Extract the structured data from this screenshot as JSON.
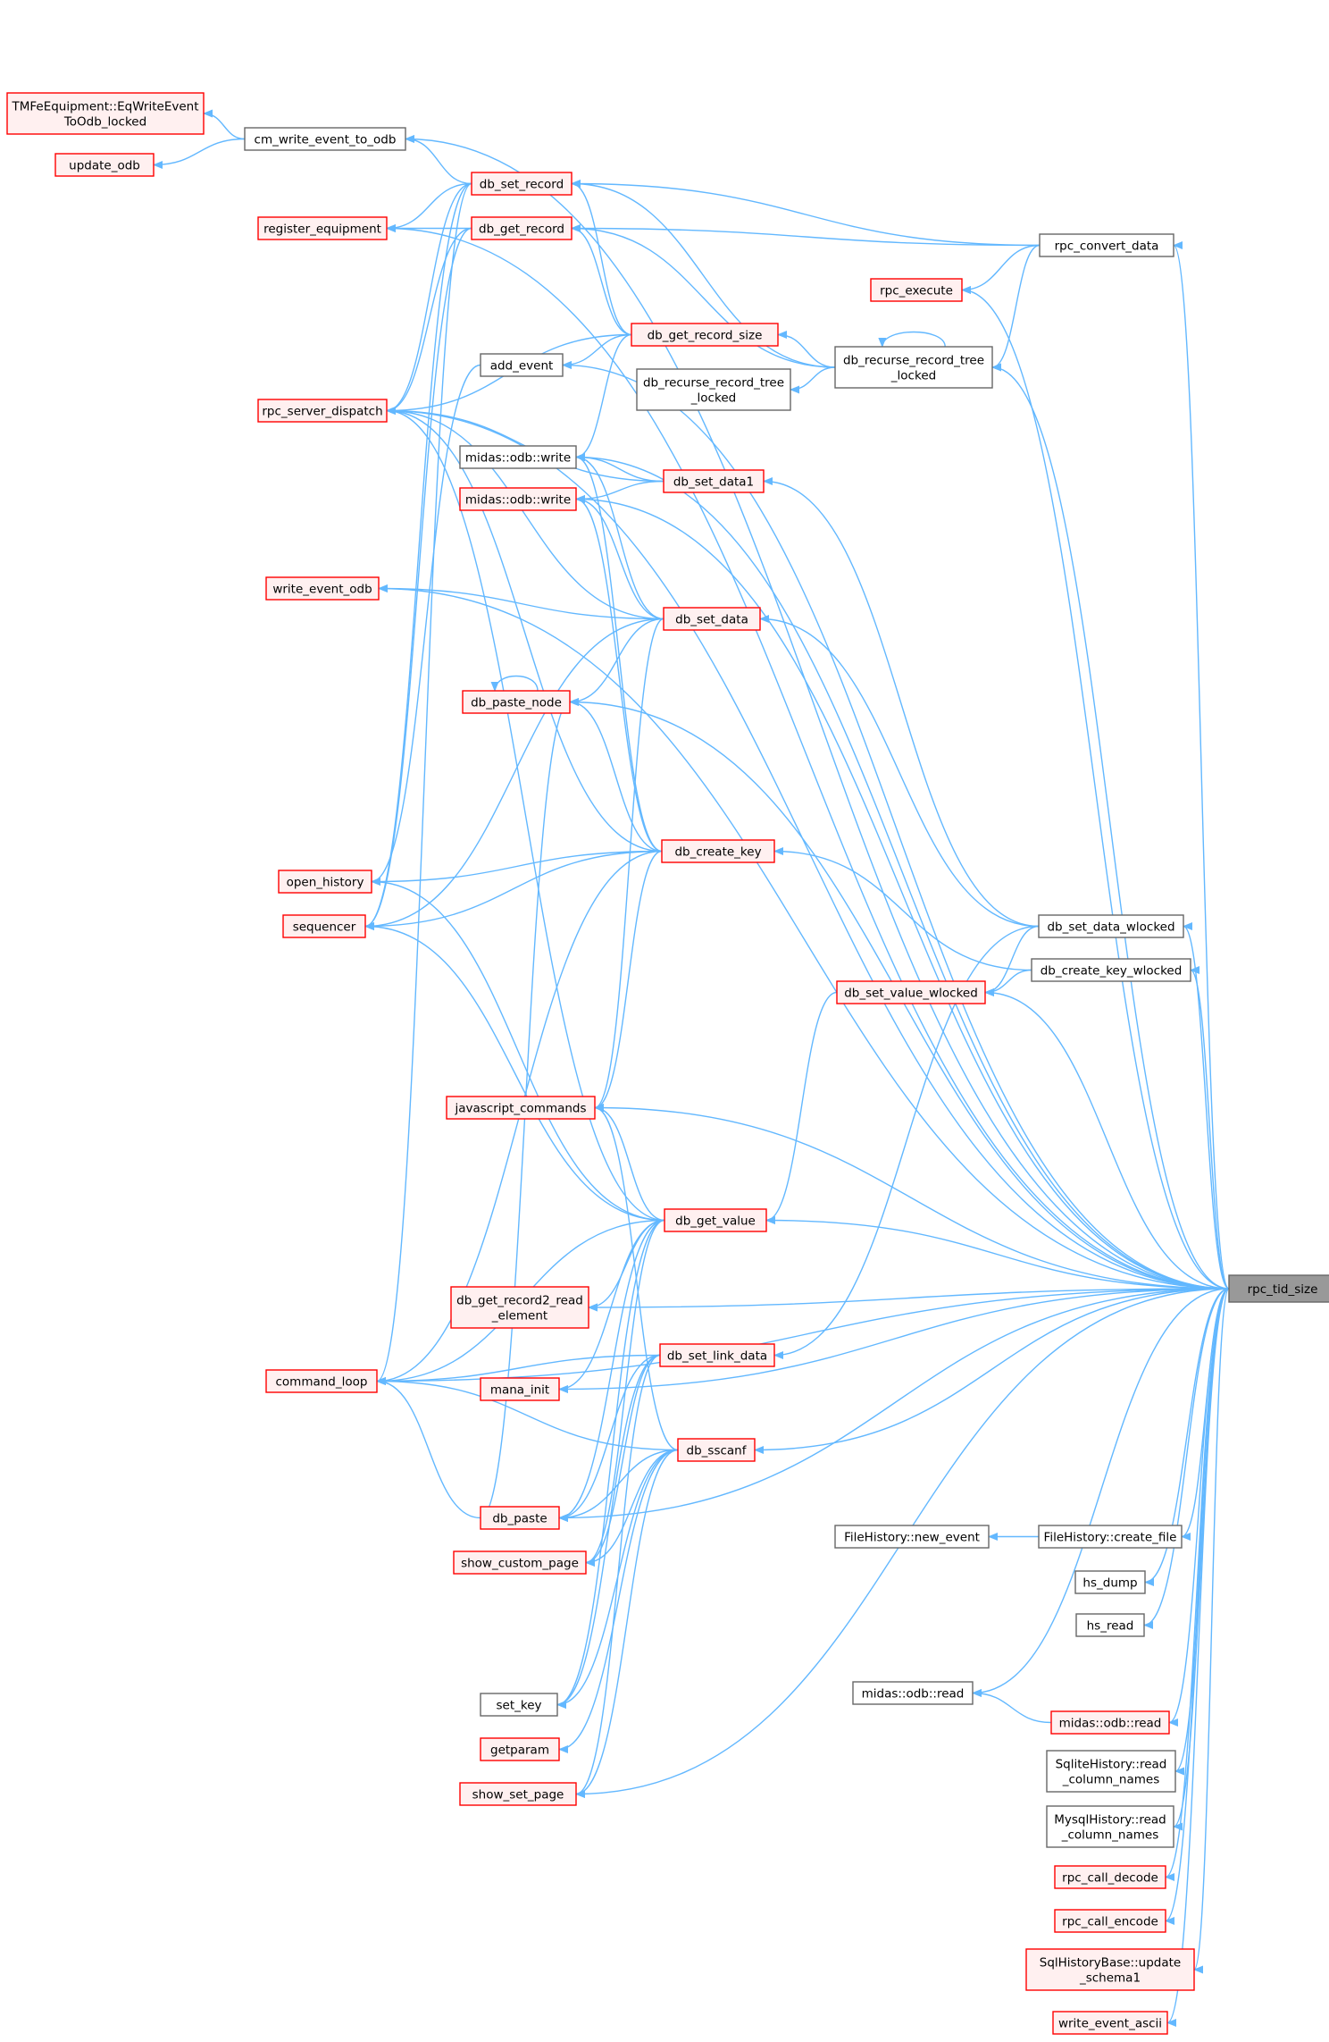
{
  "colors": {
    "edge": "#63b8ff",
    "red_border": "#ff0000",
    "red_fill": "#fff0f0",
    "gray_border": "#666666",
    "white_fill": "#ffffff",
    "root_fill": "#999999",
    "root_border": "#666666"
  },
  "nodes": [
    {
      "id": "root",
      "lines": [
        "rpc_tid_size"
      ],
      "style": "root"
    },
    {
      "id": "tmfe",
      "lines": [
        "TMFeEquipment::EqWriteEvent",
        "ToOdb_locked"
      ],
      "style": "red"
    },
    {
      "id": "update_odb",
      "lines": [
        "update_odb"
      ],
      "style": "red"
    },
    {
      "id": "cm_write",
      "lines": [
        "cm_write_event_to_odb"
      ],
      "style": "gray"
    },
    {
      "id": "db_set_record",
      "lines": [
        "db_set_record"
      ],
      "style": "red"
    },
    {
      "id": "register_eq",
      "lines": [
        "register_equipment"
      ],
      "style": "red"
    },
    {
      "id": "db_get_record",
      "lines": [
        "db_get_record"
      ],
      "style": "red"
    },
    {
      "id": "rpc_convert",
      "lines": [
        "rpc_convert_data"
      ],
      "style": "gray"
    },
    {
      "id": "rpc_execute",
      "lines": [
        "rpc_execute"
      ],
      "style": "red"
    },
    {
      "id": "db_get_record_size",
      "lines": [
        "db_get_record_size"
      ],
      "style": "red"
    },
    {
      "id": "add_event",
      "lines": [
        "add_event"
      ],
      "style": "gray"
    },
    {
      "id": "db_rec_tree",
      "lines": [
        "db_recurse_record_tree",
        "_locked"
      ],
      "style": "gray"
    },
    {
      "id": "db_rec_tree2",
      "lines": [
        "db_recurse_record_tree",
        "_locked"
      ],
      "style": "gray"
    },
    {
      "id": "rpc_server",
      "lines": [
        "rpc_server_dispatch"
      ],
      "style": "red"
    },
    {
      "id": "odb_write1",
      "lines": [
        "midas::odb::write"
      ],
      "style": "gray"
    },
    {
      "id": "db_set_data1",
      "lines": [
        "db_set_data1"
      ],
      "style": "red"
    },
    {
      "id": "odb_write2",
      "lines": [
        "midas::odb::write"
      ],
      "style": "red"
    },
    {
      "id": "write_event_odb",
      "lines": [
        "write_event_odb"
      ],
      "style": "red"
    },
    {
      "id": "db_set_data",
      "lines": [
        "db_set_data"
      ],
      "style": "red"
    },
    {
      "id": "db_paste_node",
      "lines": [
        "db_paste_node"
      ],
      "style": "red"
    },
    {
      "id": "db_create_key",
      "lines": [
        "db_create_key"
      ],
      "style": "red"
    },
    {
      "id": "open_history",
      "lines": [
        "open_history"
      ],
      "style": "red"
    },
    {
      "id": "sequencer",
      "lines": [
        "sequencer"
      ],
      "style": "red"
    },
    {
      "id": "db_set_data_wl",
      "lines": [
        "db_set_data_wlocked"
      ],
      "style": "gray"
    },
    {
      "id": "db_create_key_wl",
      "lines": [
        "db_create_key_wlocked"
      ],
      "style": "gray"
    },
    {
      "id": "db_set_value_wl",
      "lines": [
        "db_set_value_wlocked"
      ],
      "style": "red"
    },
    {
      "id": "js_commands",
      "lines": [
        "javascript_commands"
      ],
      "style": "red"
    },
    {
      "id": "db_get_value",
      "lines": [
        "db_get_value"
      ],
      "style": "red"
    },
    {
      "id": "db_get_rec2",
      "lines": [
        "db_get_record2_read",
        "_element"
      ],
      "style": "red"
    },
    {
      "id": "command_loop",
      "lines": [
        "command_loop"
      ],
      "style": "red"
    },
    {
      "id": "mana_init",
      "lines": [
        "mana_init"
      ],
      "style": "red"
    },
    {
      "id": "db_set_link",
      "lines": [
        "db_set_link_data"
      ],
      "style": "red"
    },
    {
      "id": "db_sscanf",
      "lines": [
        "db_sscanf"
      ],
      "style": "red"
    },
    {
      "id": "db_paste",
      "lines": [
        "db_paste"
      ],
      "style": "red"
    },
    {
      "id": "show_custom",
      "lines": [
        "show_custom_page"
      ],
      "style": "red"
    },
    {
      "id": "fh_new_event",
      "lines": [
        "FileHistory::new_event"
      ],
      "style": "gray"
    },
    {
      "id": "fh_create",
      "lines": [
        "FileHistory::create_file"
      ],
      "style": "gray"
    },
    {
      "id": "hs_dump",
      "lines": [
        "hs_dump"
      ],
      "style": "gray"
    },
    {
      "id": "hs_read",
      "lines": [
        "hs_read"
      ],
      "style": "gray"
    },
    {
      "id": "set_key",
      "lines": [
        "set_key"
      ],
      "style": "gray"
    },
    {
      "id": "getparam",
      "lines": [
        "getparam"
      ],
      "style": "red"
    },
    {
      "id": "odb_read1",
      "lines": [
        "midas::odb::read"
      ],
      "style": "gray"
    },
    {
      "id": "odb_read2",
      "lines": [
        "midas::odb::read"
      ],
      "style": "red"
    },
    {
      "id": "show_set_page",
      "lines": [
        "show_set_page"
      ],
      "style": "red"
    },
    {
      "id": "sqlite_read",
      "lines": [
        "SqliteHistory::read",
        "_column_names"
      ],
      "style": "gray"
    },
    {
      "id": "mysql_read",
      "lines": [
        "MysqlHistory::read",
        "_column_names"
      ],
      "style": "gray"
    },
    {
      "id": "rpc_decode",
      "lines": [
        "rpc_call_decode"
      ],
      "style": "red"
    },
    {
      "id": "rpc_encode",
      "lines": [
        "rpc_call_encode"
      ],
      "style": "red"
    },
    {
      "id": "sql_update",
      "lines": [
        "SqlHistoryBase::update",
        "_schema1"
      ],
      "style": "red"
    },
    {
      "id": "write_ascii",
      "lines": [
        "write_event_ascii"
      ],
      "style": "red"
    }
  ],
  "edges": [
    [
      "tmfe",
      "cm_write"
    ],
    [
      "update_odb",
      "cm_write"
    ],
    [
      "cm_write",
      "db_set_record"
    ],
    [
      "cm_write",
      "root"
    ],
    [
      "register_eq",
      "db_set_record"
    ],
    [
      "register_eq",
      "db_get_record"
    ],
    [
      "register_eq",
      "root"
    ],
    [
      "rpc_server",
      "db_set_record"
    ],
    [
      "rpc_server",
      "db_get_record"
    ],
    [
      "rpc_server",
      "db_get_record_size"
    ],
    [
      "rpc_server",
      "db_set_data1"
    ],
    [
      "rpc_server",
      "db_set_data"
    ],
    [
      "rpc_server",
      "db_create_key"
    ],
    [
      "rpc_server",
      "db_get_value"
    ],
    [
      "rpc_server",
      "root"
    ],
    [
      "write_event_odb",
      "db_set_data"
    ],
    [
      "write_event_odb",
      "root"
    ],
    [
      "open_history",
      "db_create_key"
    ],
    [
      "open_history",
      "db_get_value"
    ],
    [
      "open_history",
      "add_event"
    ],
    [
      "sequencer",
      "db_create_key"
    ],
    [
      "sequencer",
      "db_set_data"
    ],
    [
      "sequencer",
      "db_get_record"
    ],
    [
      "sequencer",
      "db_set_record"
    ],
    [
      "sequencer",
      "db_get_value"
    ],
    [
      "command_loop",
      "db_create_key"
    ],
    [
      "command_loop",
      "db_set_record"
    ],
    [
      "command_loop",
      "db_get_value"
    ],
    [
      "command_loop",
      "db_set_link"
    ],
    [
      "command_loop",
      "db_sscanf"
    ],
    [
      "command_loop",
      "db_paste"
    ],
    [
      "command_loop",
      "root"
    ],
    [
      "db_set_record",
      "db_get_record_size"
    ],
    [
      "db_set_record",
      "rpc_convert"
    ],
    [
      "db_set_record",
      "db_rec_tree"
    ],
    [
      "db_get_record",
      "db_get_record_size"
    ],
    [
      "db_get_record",
      "rpc_convert"
    ],
    [
      "db_get_record",
      "db_rec_tree"
    ],
    [
      "rpc_execute",
      "rpc_convert"
    ],
    [
      "db_get_record_size",
      "db_rec_tree"
    ],
    [
      "add_event",
      "db_get_record_size"
    ],
    [
      "add_event",
      "root"
    ],
    [
      "db_rec_tree",
      "rpc_convert"
    ],
    [
      "db_rec_tree",
      "root"
    ],
    [
      "db_rec_tree",
      "db_rec_tree"
    ],
    [
      "db_rec_tree2",
      "db_rec_tree"
    ],
    [
      "rpc_convert",
      "root"
    ],
    [
      "rpc_execute",
      "root"
    ],
    [
      "odb_write1",
      "db_set_data1"
    ],
    [
      "odb_write1",
      "db_set_data"
    ],
    [
      "odb_write1",
      "db_create_key"
    ],
    [
      "odb_write1",
      "db_get_record_size"
    ],
    [
      "odb_write1",
      "root"
    ],
    [
      "odb_write2",
      "db_set_data1"
    ],
    [
      "odb_write2",
      "db_set_data"
    ],
    [
      "odb_write2",
      "db_create_key"
    ],
    [
      "odb_write2",
      "root"
    ],
    [
      "db_set_data1",
      "db_set_data_wl"
    ],
    [
      "db_set_data",
      "db_set_data_wl"
    ],
    [
      "db_paste_node",
      "db_set_data"
    ],
    [
      "db_paste_node",
      "db_create_key"
    ],
    [
      "db_paste_node",
      "root"
    ],
    [
      "db_paste_node",
      "db_paste_node"
    ],
    [
      "db_create_key",
      "db_create_key_wl"
    ],
    [
      "db_set_data_wl",
      "root"
    ],
    [
      "db_create_key_wl",
      "root"
    ],
    [
      "db_set_value_wl",
      "db_set_data_wl"
    ],
    [
      "db_set_value_wl",
      "db_create_key_wl"
    ],
    [
      "db_set_value_wl",
      "root"
    ],
    [
      "js_commands",
      "db_create_key"
    ],
    [
      "js_commands",
      "db_set_data"
    ],
    [
      "js_commands",
      "db_get_value"
    ],
    [
      "js_commands",
      "db_sscanf"
    ],
    [
      "js_commands",
      "root"
    ],
    [
      "db_get_value",
      "db_set_value_wl"
    ],
    [
      "db_get_value",
      "root"
    ],
    [
      "db_get_rec2",
      "db_get_value"
    ],
    [
      "db_get_rec2",
      "root"
    ],
    [
      "mana_init",
      "db_get_value"
    ],
    [
      "mana_init",
      "root"
    ],
    [
      "db_set_link",
      "db_set_data_wl"
    ],
    [
      "db_sscanf",
      "root"
    ],
    [
      "db_paste",
      "db_paste_node"
    ],
    [
      "db_paste",
      "db_set_link"
    ],
    [
      "db_paste",
      "db_sscanf"
    ],
    [
      "db_paste",
      "db_get_value"
    ],
    [
      "db_paste",
      "root"
    ],
    [
      "show_custom",
      "db_set_link"
    ],
    [
      "show_custom",
      "db_sscanf"
    ],
    [
      "show_custom",
      "db_get_value"
    ],
    [
      "fh_new_event",
      "fh_create"
    ],
    [
      "fh_create",
      "root"
    ],
    [
      "hs_dump",
      "root"
    ],
    [
      "hs_read",
      "root"
    ],
    [
      "set_key",
      "db_set_link"
    ],
    [
      "set_key",
      "db_sscanf"
    ],
    [
      "set_key",
      "db_get_value"
    ],
    [
      "getparam",
      "db_sscanf"
    ],
    [
      "odb_read1",
      "odb_read2"
    ],
    [
      "odb_read1",
      "root"
    ],
    [
      "odb_read2",
      "root"
    ],
    [
      "show_set_page",
      "db_set_link"
    ],
    [
      "show_set_page",
      "db_sscanf"
    ],
    [
      "show_set_page",
      "root"
    ],
    [
      "sqlite_read",
      "root"
    ],
    [
      "mysql_read",
      "root"
    ],
    [
      "rpc_decode",
      "root"
    ],
    [
      "rpc_encode",
      "root"
    ],
    [
      "sql_update",
      "root"
    ],
    [
      "write_ascii",
      "root"
    ]
  ]
}
